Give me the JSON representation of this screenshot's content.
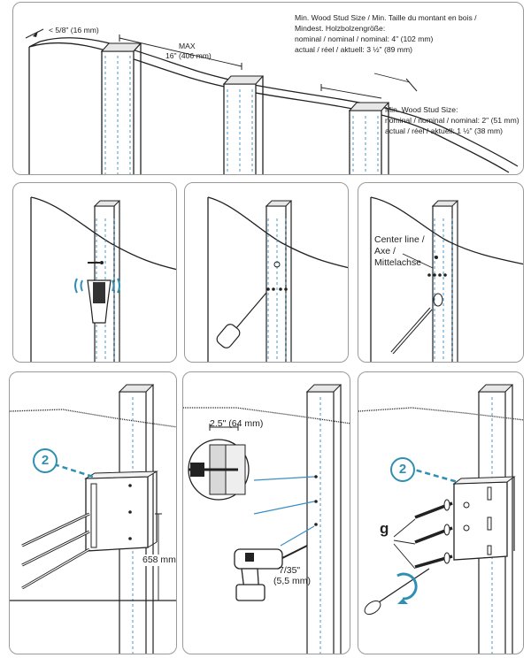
{
  "colors": {
    "accent": "#2f8fb3",
    "line": "#222222",
    "guide": "#3a8fc4",
    "border": "#9a9a9a"
  },
  "panel1": {
    "drywall_thickness": "< 5/8\" (16 mm)",
    "max_label": "MAX",
    "max_spacing": "16\" (406 mm)",
    "min_stud_title": "Min. Wood Stud Size / Min. Taille du montant en bois /",
    "min_stud_title_de": "Mindest. Holzbolzengröße:",
    "min_stud_nominal": "nominal / nominal / nominal: 4\" (102 mm)",
    "min_stud_actual": "actual / réel / aktuell: 3 ½\" (89 mm)",
    "min_stud2_title": "Min. Wood Stud Size:",
    "min_stud2_nominal": "nominal / nominal / nominal: 2\" (51 mm)",
    "min_stud2_actual": "actual / réel / aktuell: 1 ½\" (38 mm)"
  },
  "panel4": {
    "center_line_1": "Center line /",
    "center_line_2": "Axe /",
    "center_line_3": "Mittelachse"
  },
  "panel5": {
    "part_number": "2",
    "height_label": "658 mm"
  },
  "panel6": {
    "depth_label": "2.5\" (64 mm)",
    "drill_bit_1": "7/35\"",
    "drill_bit_2": "(5,5 mm)"
  },
  "panel7": {
    "part_number": "2",
    "screw_label": "g"
  }
}
